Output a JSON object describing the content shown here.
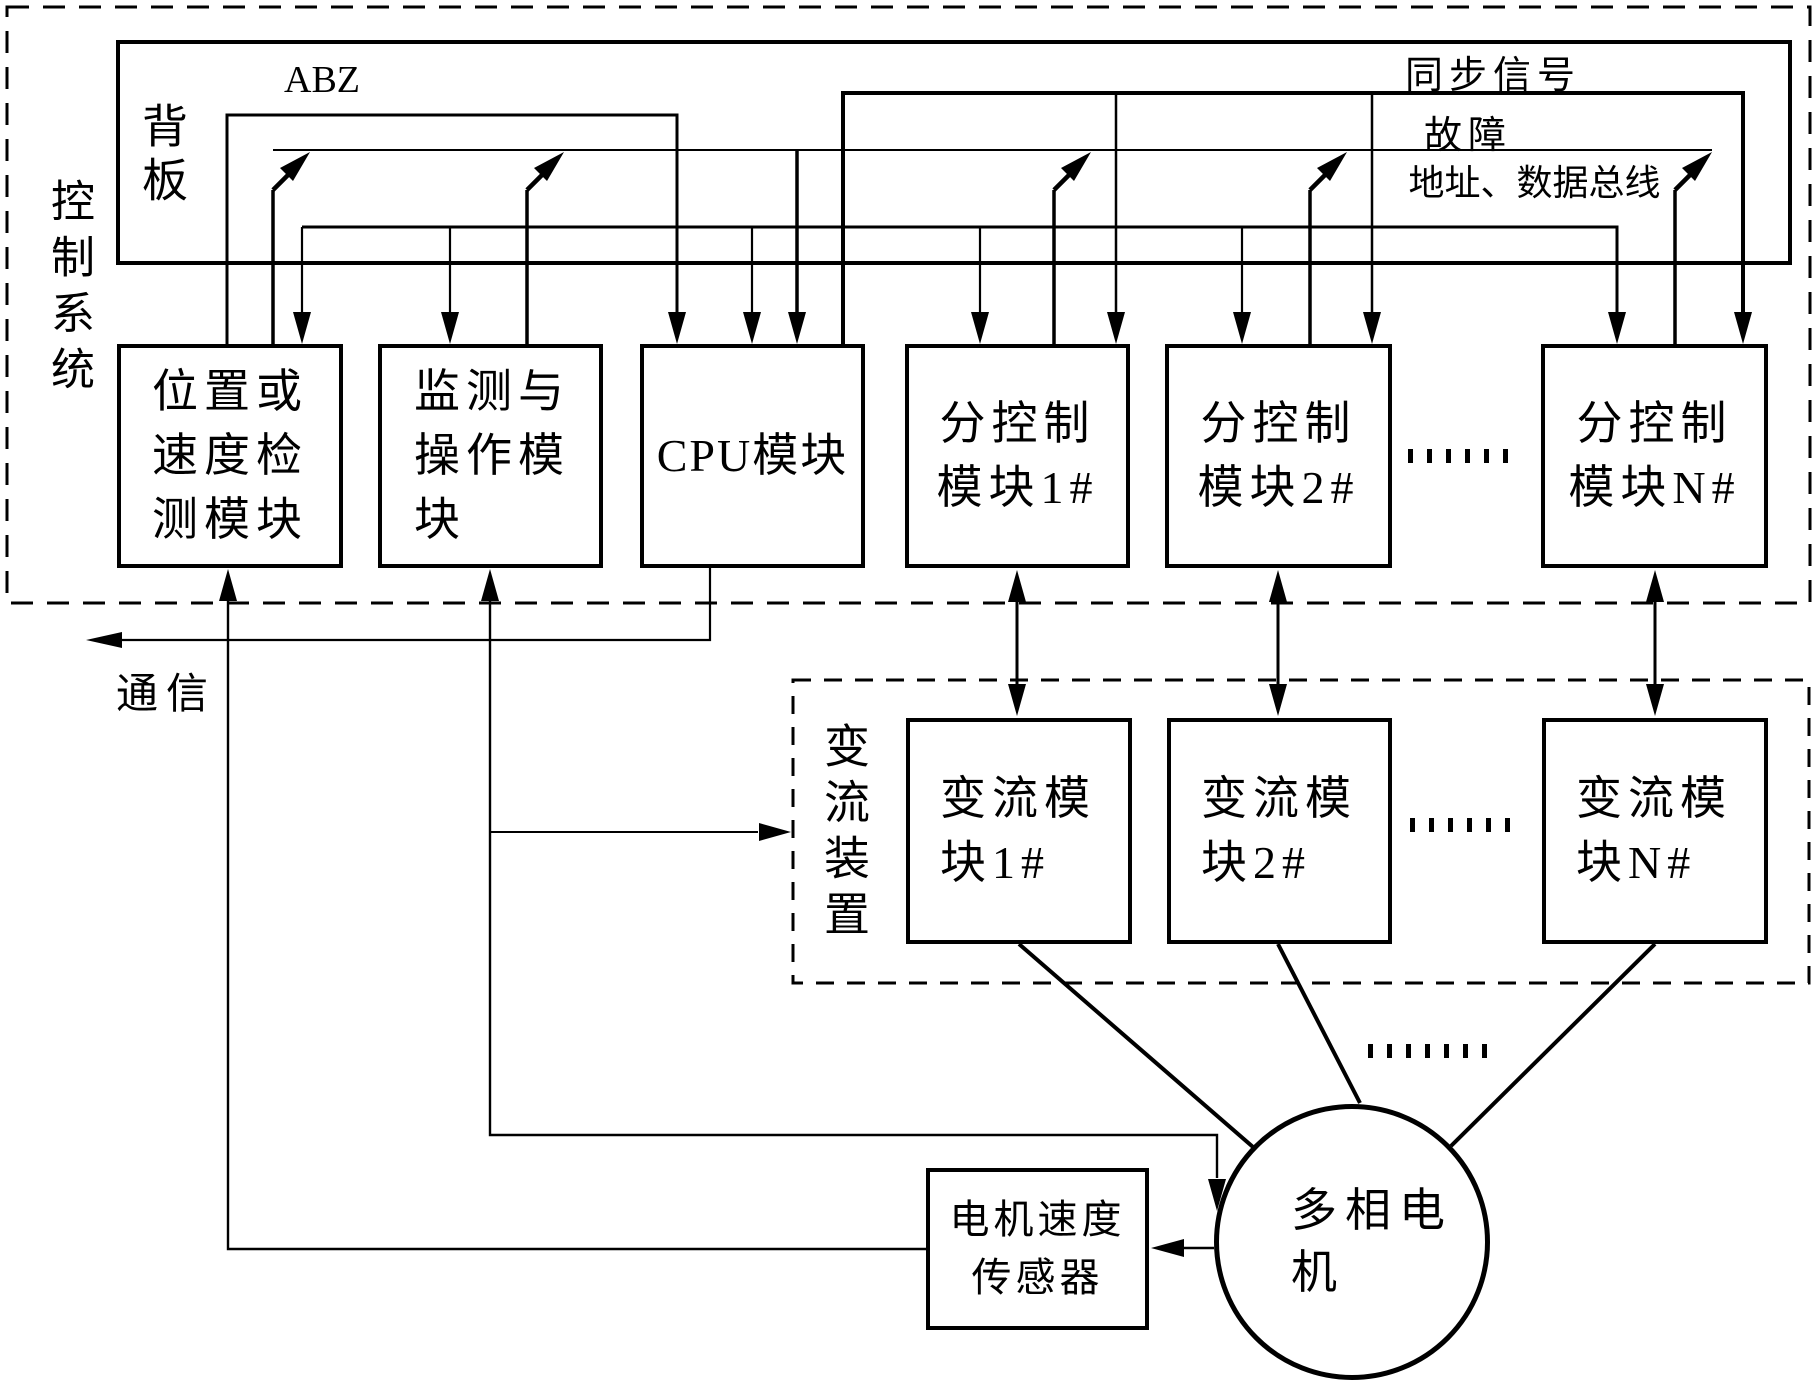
{
  "labels": {
    "system": "控制系统",
    "backplane": "背板",
    "converter_unit": "变流装置",
    "comm": "通信",
    "abz": "ABZ",
    "sync": "同步信号",
    "fault": "故障",
    "addr_data_bus": "地址、数据总线",
    "ellipsis": "······"
  },
  "modules": {
    "position_detect": {
      "lines": [
        "位置或",
        "速度检",
        "测模块"
      ]
    },
    "monitor_operate": {
      "lines": [
        "监测与",
        "操作模",
        "块"
      ]
    },
    "cpu": {
      "lines": [
        "CPU模块"
      ]
    },
    "sub_control_1": {
      "lines": [
        "分控制",
        "模块1#"
      ]
    },
    "sub_control_2": {
      "lines": [
        "分控制",
        "模块2#"
      ]
    },
    "sub_control_n": {
      "lines": [
        "分控制",
        "模块N#"
      ]
    },
    "converter_1": {
      "lines": [
        "变流模",
        "块1#"
      ]
    },
    "converter_2": {
      "lines": [
        "变流模",
        "块2#"
      ]
    },
    "converter_n": {
      "lines": [
        "变流模",
        "块N#"
      ]
    },
    "speed_sensor": {
      "lines": [
        "电机速度",
        "传感器"
      ]
    },
    "motor": {
      "lines": [
        "多相电",
        "机"
      ]
    }
  },
  "colors": {
    "ink": "#000000",
    "paper": "#ffffff"
  }
}
